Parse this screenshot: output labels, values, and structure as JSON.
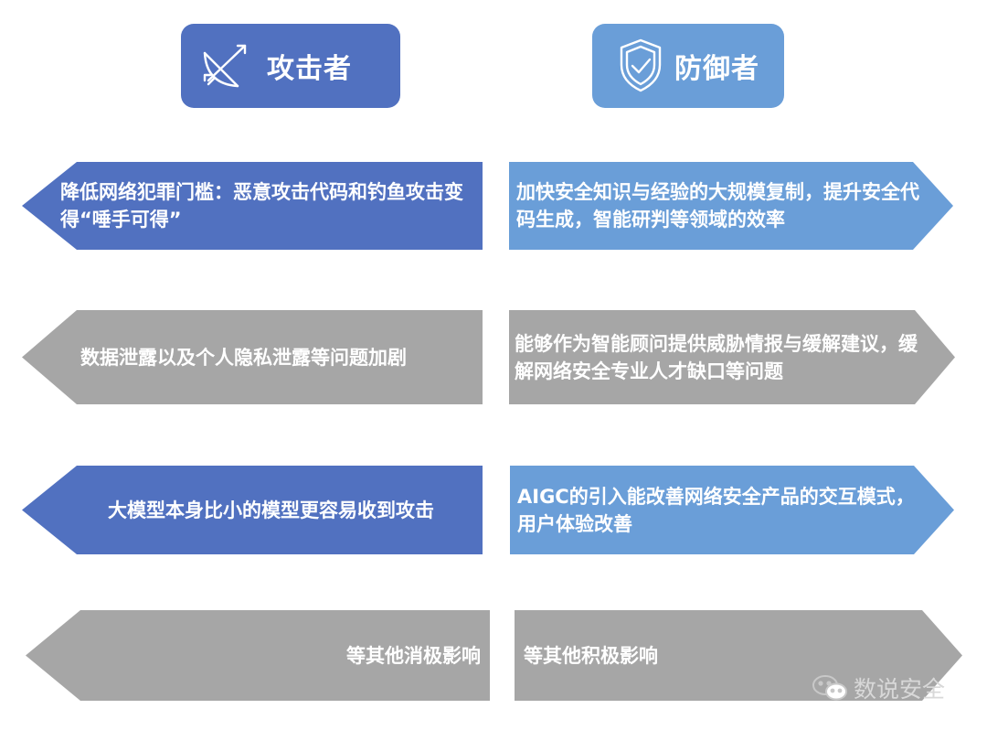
{
  "colors": {
    "attacker_blue": "#5171c0",
    "defender_blue": "#6a9ed8",
    "gray": "#a6a6a6"
  },
  "headers": {
    "attacker": {
      "label": "攻击者",
      "icon": "bow-arrow-icon"
    },
    "defender": {
      "label": "防御者",
      "icon": "shield-check-icon"
    }
  },
  "rows": [
    {
      "attacker": "降低网络犯罪门槛：恶意攻击代码和钓鱼攻击变得“唾手可得”",
      "defender": "加快安全知识与经验的大规模复制，提升安全代码生成，智能研判等领域的效率"
    },
    {
      "attacker": "数据泄露以及个人隐私泄露等问题加剧",
      "defender": "能够作为智能顾问提供威胁情报与缓解建议，缓解网络安全专业人才缺口等问题"
    },
    {
      "attacker": "大模型本身比小的模型更容易收到攻击",
      "defender": "AIGC的引入能改善网络安全产品的交互模式，用户体验改善"
    },
    {
      "attacker": "等其他消极影响",
      "defender": "等其他积极影响"
    }
  ],
  "watermark": {
    "text": "数说安全",
    "icon": "wechat-icon"
  }
}
